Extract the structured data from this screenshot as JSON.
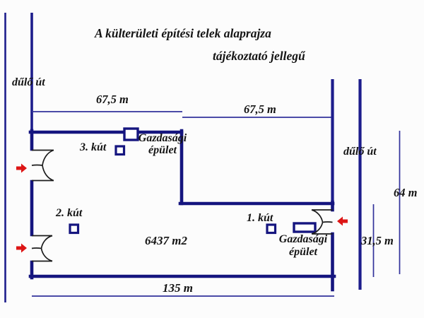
{
  "colors": {
    "boundary_navy": "#15157f",
    "road_navy": "#1d1d8c",
    "dimension_navy": "#32329b",
    "door_black": "#1c1c1c",
    "arrow_red": "#dd1515",
    "text_black": "#141414",
    "background": "#fcfcfc"
  },
  "title": {
    "line1": "A külterületi építési telek alaprajza",
    "line2": "tájékoztató jellegű"
  },
  "left_road": {
    "label": "dűlő út"
  },
  "right_road": {
    "label": "dűlő út"
  },
  "dimensions": {
    "top_left": {
      "label": "67,5 m"
    },
    "top_right": {
      "label": "67,5 m"
    },
    "bottom": {
      "label": "135 m"
    },
    "right_full": {
      "label": "64 m"
    },
    "right_lower": {
      "label": "31,5 m"
    }
  },
  "plot": {
    "area_label": "6437 m2"
  },
  "wells": {
    "well1": {
      "label": "1. kút"
    },
    "well2": {
      "label": "2. kút"
    },
    "well3": {
      "label": "3. kút"
    }
  },
  "buildings": {
    "top": {
      "line1": "Gazdasági",
      "line2": "épület"
    },
    "bottom": {
      "line1": "Gazdasági",
      "line2": "épület"
    }
  }
}
